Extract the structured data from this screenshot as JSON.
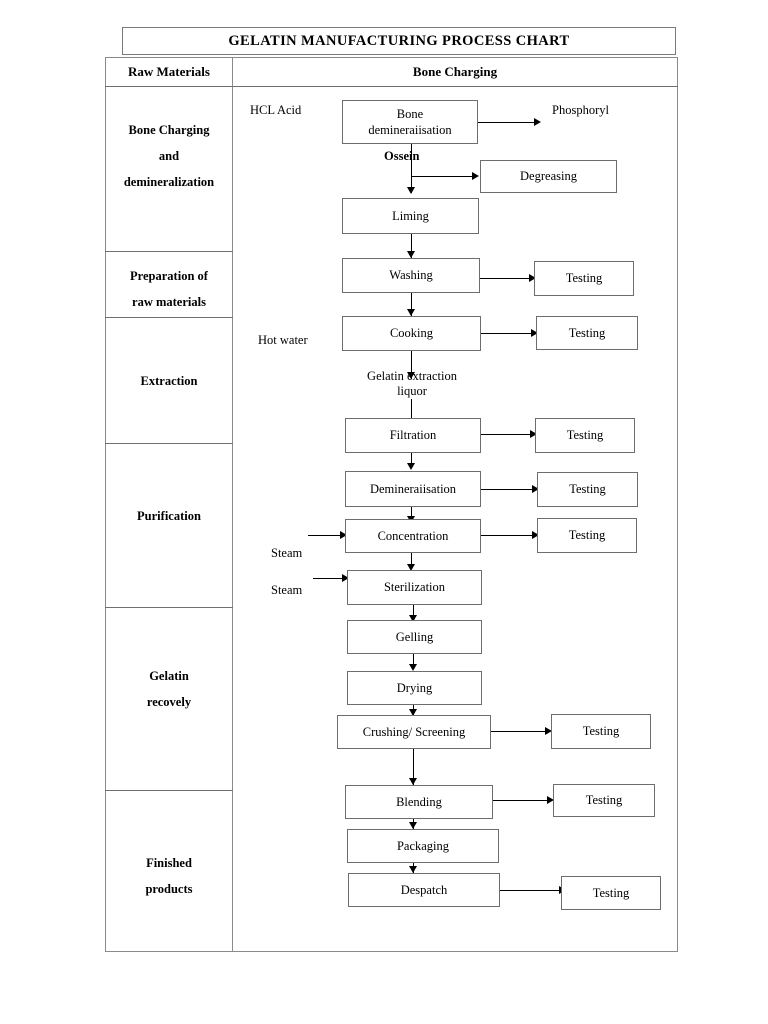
{
  "title": "GELATIN MANUFACTURING PROCESS CHART",
  "left_column": {
    "header": "Raw Materials",
    "stages": [
      {
        "line1": "Bone Charging",
        "line2": "and",
        "line3": "demineralization"
      },
      {
        "line1": "Preparation of",
        "line2": "raw materials"
      },
      {
        "line1": "Extraction"
      },
      {
        "line1": "Purification"
      },
      {
        "line1": "Gelatin",
        "line2": "recovely"
      },
      {
        "line1": "Finished",
        "line2": "products"
      }
    ]
  },
  "right_column": {
    "header": "Bone Charging"
  },
  "process_boxes": {
    "bone_demineralisation_l1": "Bone",
    "bone_demineralisation_l2": "demineraiisation",
    "degreasing": "Degreasing",
    "liming": "Liming",
    "washing": "Washing",
    "cooking": "Cooking",
    "filtration": "Filtration",
    "demineraiisation": "Demineraiisation",
    "concentration": "Concentration",
    "sterilization": "Sterilization",
    "gelling": "Gelling",
    "drying": "Drying",
    "crushing_screening": "Crushing/ Screening",
    "blending": "Blending",
    "packaging": "Packaging",
    "despatch": "Despatch"
  },
  "testing_boxes": {
    "washing_testing": "Testing",
    "cooking_testing": "Testing",
    "filtration_testing": "Testing",
    "demineraiisation_testing": "Testing",
    "concentration_testing": "Testing",
    "crushing_testing": "Testing",
    "blending_testing": "Testing",
    "despatch_testing": "Testing"
  },
  "annotations": {
    "hcl_acid": "HCL Acid",
    "phosphoryl": "Phosphoryl",
    "ossein": "Ossein",
    "hot_water": "Hot water",
    "gelatin_extraction_l1": "Gelatin extraction",
    "gelatin_extraction_l2": "liquor",
    "steam_1": "Steam",
    "steam_2": "Steam"
  },
  "diagram_data": {
    "type": "flowchart",
    "orientation": "top-to-bottom",
    "main_chain": [
      "Bone demineraiisation",
      "Liming",
      "Washing",
      "Cooking",
      "Filtration",
      "Demineraiisation",
      "Concentration",
      "Sterilization",
      "Gelling",
      "Drying",
      "Crushing/ Screening",
      "Blending",
      "Packaging",
      "Despatch"
    ],
    "side_outputs": [
      {
        "from": "Bone demineraiisation",
        "to": "Phosphoryl"
      },
      {
        "from": "Bone demineraiisation",
        "to": "Degreasing"
      },
      {
        "from": "Washing",
        "to": "Testing"
      },
      {
        "from": "Cooking",
        "to": "Testing"
      },
      {
        "from": "Filtration",
        "to": "Testing"
      },
      {
        "from": "Demineraiisation",
        "to": "Testing"
      },
      {
        "from": "Concentration",
        "to": "Testing"
      },
      {
        "from": "Crushing/ Screening",
        "to": "Testing"
      },
      {
        "from": "Blending",
        "to": "Testing"
      },
      {
        "from": "Despatch",
        "to": "Testing"
      }
    ],
    "side_inputs": [
      {
        "to": "Bone demineraiisation",
        "label": "HCL Acid"
      },
      {
        "to": "Cooking",
        "label": "Hot water"
      },
      {
        "to": "Concentration",
        "label": "Steam"
      },
      {
        "to": "Sterilization",
        "label": "Steam"
      }
    ],
    "edge_labels": [
      {
        "between": "Bone demineraiisation -> Liming",
        "label": "Ossein"
      },
      {
        "between": "Cooking -> Filtration",
        "label": "Gelatin extraction liquor"
      }
    ],
    "stage_groups": [
      {
        "stage": "Bone Charging and demineralization",
        "steps": [
          "Bone demineraiisation",
          "Degreasing"
        ]
      },
      {
        "stage": "Preparation of raw materials",
        "steps": [
          "Liming",
          "Washing"
        ]
      },
      {
        "stage": "Extraction",
        "steps": [
          "Cooking"
        ]
      },
      {
        "stage": "Purification",
        "steps": [
          "Filtration",
          "Demineraiisation",
          "Concentration",
          "Sterilization"
        ]
      },
      {
        "stage": "Gelatin recovely",
        "steps": [
          "Gelling",
          "Drying",
          "Crushing/ Screening"
        ]
      },
      {
        "stage": "Finished products",
        "steps": [
          "Blending",
          "Packaging",
          "Despatch"
        ]
      }
    ]
  },
  "colors": {
    "border": "#6d6d6d",
    "frame": "#8a8a8a",
    "line": "#000000",
    "background": "#ffffff"
  }
}
